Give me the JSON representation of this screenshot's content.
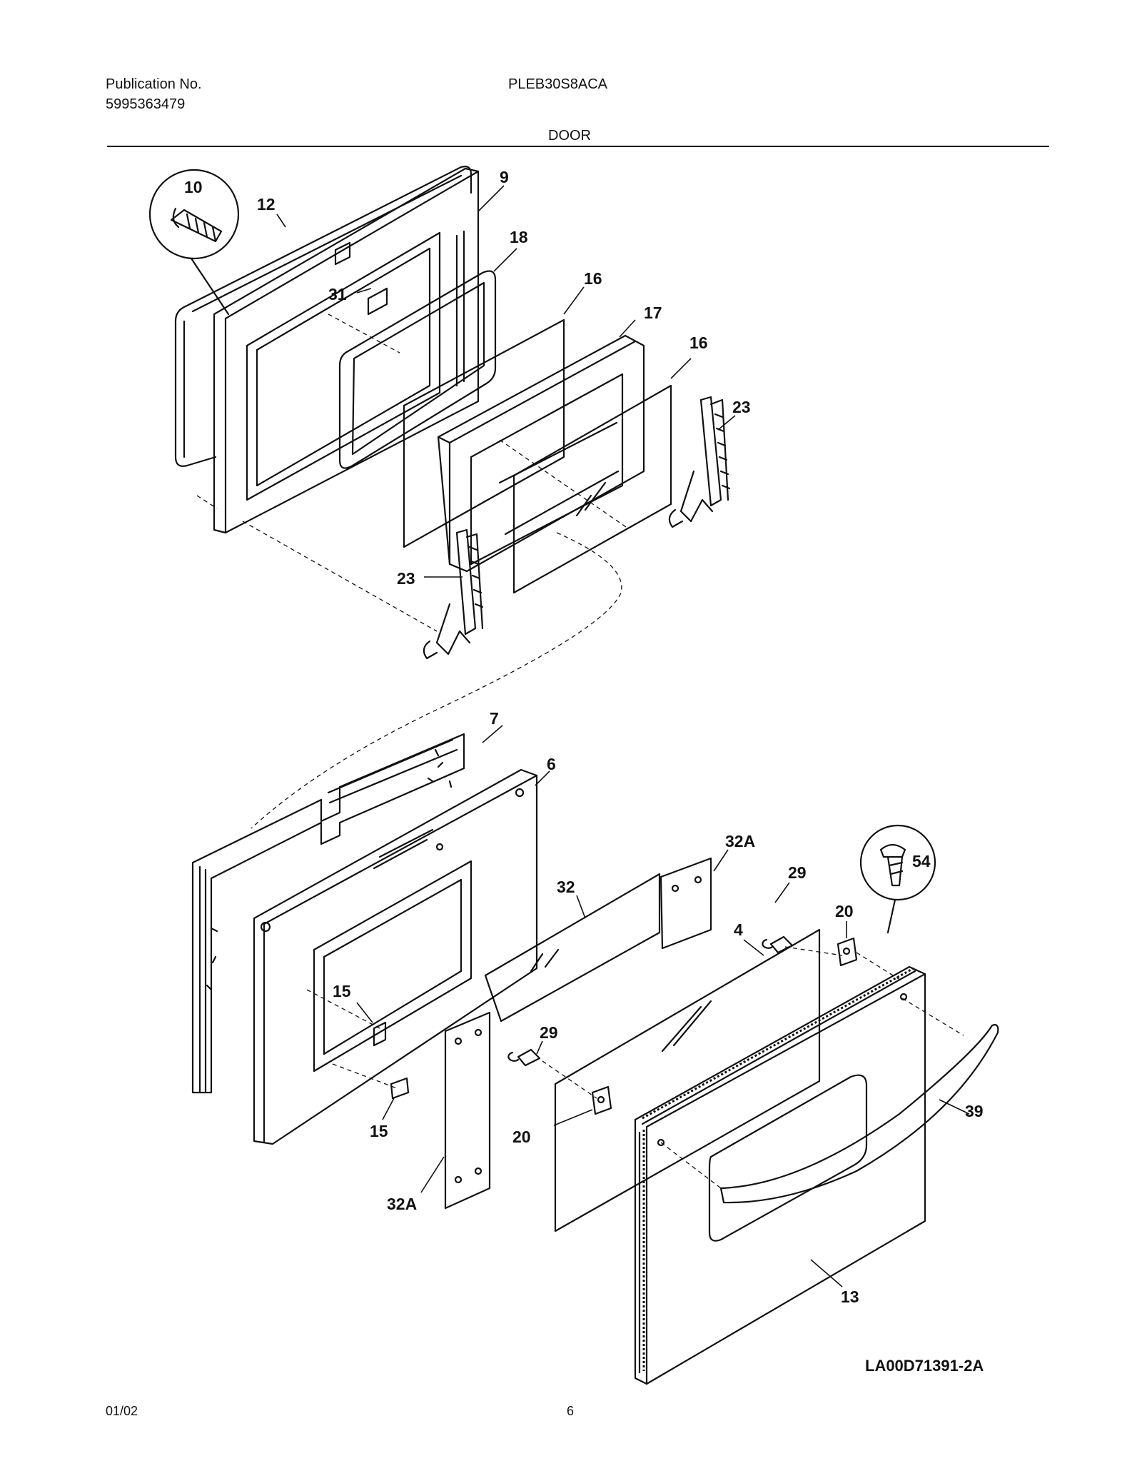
{
  "header": {
    "publication_label": "Publication No.",
    "publication_number": "5995363479",
    "model": "PLEB30S8ACA",
    "section": "DOOR"
  },
  "callouts": [
    "10",
    "12",
    "9",
    "18",
    "31",
    "16",
    "17",
    "16",
    "23",
    "23",
    "7",
    "6",
    "32A",
    "29",
    "20",
    "54",
    "32",
    "4",
    "15",
    "29",
    "15",
    "20",
    "39",
    "32A",
    "13"
  ],
  "drawing_code": "LA00D71391-2A",
  "footer": {
    "date": "01/02",
    "page": "6"
  }
}
